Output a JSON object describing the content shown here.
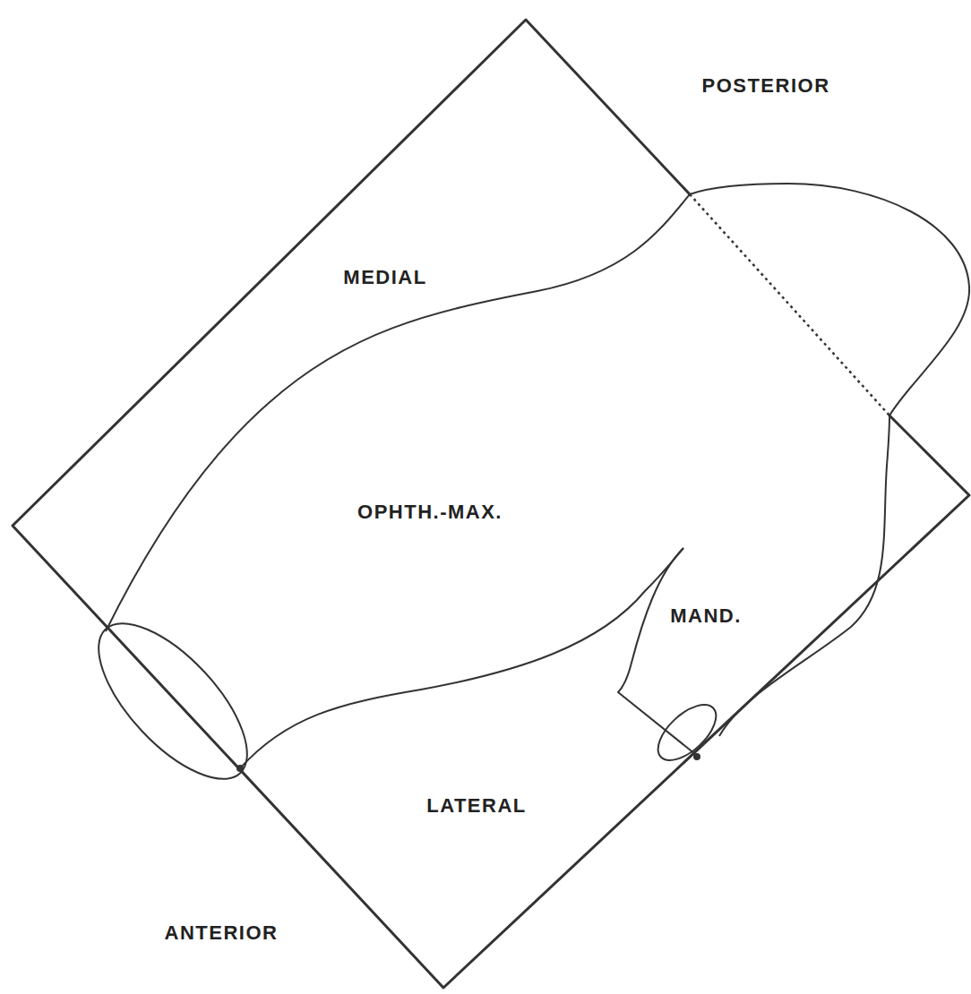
{
  "diagram": {
    "labels": [
      "POSTERIOR",
      "MEDIAL",
      "OPHTH.-MAX.",
      "MAND.",
      "LATERAL",
      "ANTERIOR"
    ]
  }
}
